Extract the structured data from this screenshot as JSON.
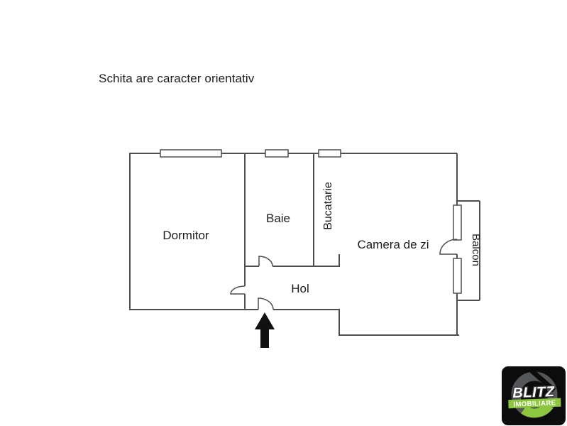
{
  "disclaimer": "Schita are caracter orientativ",
  "rooms": {
    "dormitor": {
      "label": "Dormitor"
    },
    "baie": {
      "label": "Baie"
    },
    "bucatarie": {
      "label": "Bucatarie"
    },
    "camera": {
      "label": "Camera de zi"
    },
    "hol": {
      "label": "Hol"
    },
    "balcon": {
      "label": "Balcon"
    }
  },
  "logo": {
    "brand": "BLITZ",
    "subtitle": "IMOBILIARE"
  },
  "colors": {
    "background": "#ffffff",
    "wall": "#4e4e4e",
    "text": "#1c1c1c",
    "arrow": "#111111",
    "logo_bg": "#0c0c0c",
    "logo_ring": "#55565a",
    "logo_accent": "#8dc63f"
  }
}
